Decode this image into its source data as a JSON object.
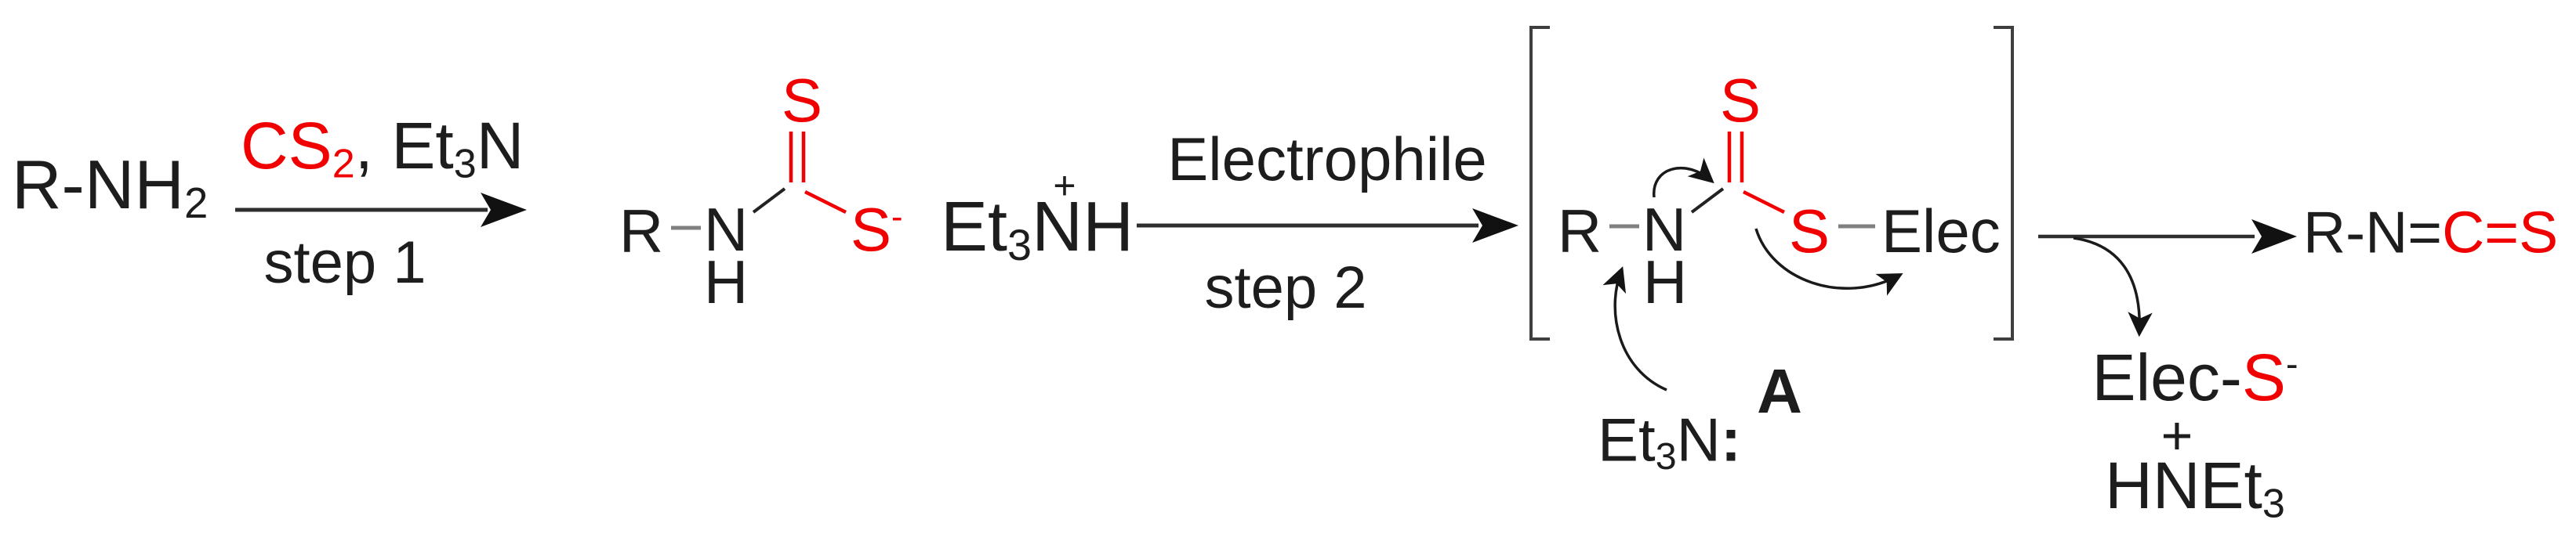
{
  "colors": {
    "red": "#f00000",
    "black": "#1d1d1d",
    "gray": "#808080",
    "bracket": "#3f3f3f"
  },
  "reactant": {
    "main": "R-NH",
    "sub": "2"
  },
  "step1_arrow": {
    "reagent_red": "CS",
    "reagent_red_sub": "2",
    "reagent_black": ", Et",
    "reagent_black_sub": "3",
    "reagent_black_end": "N",
    "label": "step 1"
  },
  "dithiocarbamate": {
    "r": "R",
    "n": "N",
    "h": "H",
    "s_top": "S",
    "s_anion": "S",
    "minus": "-"
  },
  "counterion": {
    "main": "Et",
    "sub": "3",
    "end": "NH",
    "plus": "+"
  },
  "step2_arrow": {
    "reagent": "Electrophile",
    "label": "step 2"
  },
  "intermediate": {
    "r": "R",
    "n": "N",
    "h": "H",
    "s_top": "S",
    "s_bridge": "S",
    "electrophile": "Elec",
    "label": "A"
  },
  "base": {
    "main": "Et",
    "sub": "3",
    "end": "N",
    "lone_pair": ":"
  },
  "product": {
    "black_part": "R-N=",
    "red_part": "C=S"
  },
  "byproducts": {
    "elec": "Elec-",
    "s": "S",
    "minus": "-",
    "plus": "+",
    "amine": "HNEt",
    "amine_sub": "3"
  }
}
